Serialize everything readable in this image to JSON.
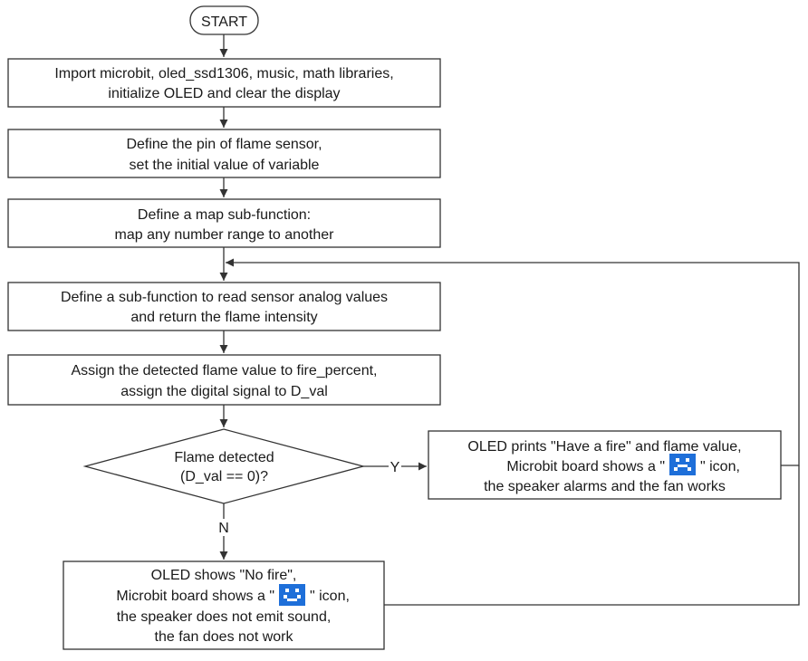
{
  "flowchart": {
    "start": "START",
    "steps": [
      {
        "lines": [
          "Import microbit, oled_ssd1306, music, math libraries,",
          "initialize OLED and clear the display"
        ]
      },
      {
        "lines": [
          "Define the pin of flame sensor,",
          "set the initial value of variable"
        ]
      },
      {
        "lines": [
          "Define a map sub-function:",
          "map any number range to another"
        ]
      },
      {
        "lines": [
          "Define a sub-function to read sensor analog values",
          "and return the flame intensity"
        ]
      },
      {
        "lines": [
          "Assign the detected flame value to fire_percent,",
          "assign the digital signal to D_val"
        ]
      }
    ],
    "decision": {
      "lines": [
        "Flame detected",
        "(D_val == 0)?"
      ]
    },
    "yes_label": "Y",
    "no_label": "N",
    "yes_box": {
      "line1": "OLED prints \"Have a fire\" and flame value,",
      "line2_before": "Microbit board shows a \"",
      "line2_after": "\" icon,",
      "line3": "the speaker alarms and the fan works",
      "icon": "microbit-sad-face-icon"
    },
    "no_box": {
      "line1": "OLED shows \"No fire\",",
      "line2_before": "Microbit board shows a \"",
      "line2_after": "\" icon,",
      "line3": "the speaker does not emit sound,",
      "line4": "the fan does not work",
      "icon": "microbit-happy-face-icon"
    }
  },
  "colors": {
    "stroke": "#333333",
    "icon_bg": "#1e6fd9",
    "icon_pixel": "#ffffff"
  }
}
